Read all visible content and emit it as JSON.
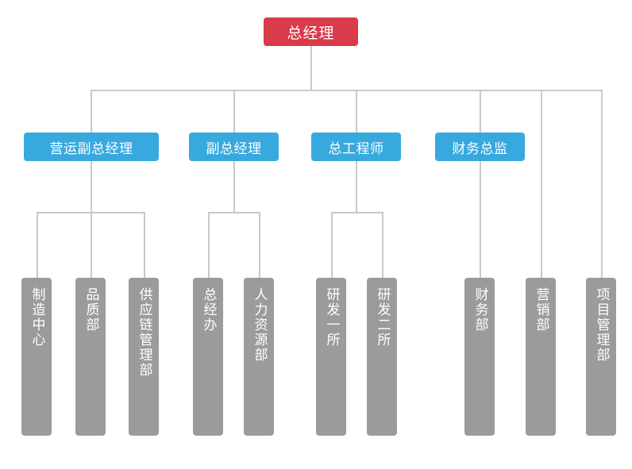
{
  "chart": {
    "type": "org-chart",
    "title": "",
    "colors": {
      "root": "#d93b4b",
      "level2": "#37a9de",
      "leaf": "#9b9b9b",
      "connector": "#c9c9c9",
      "text": "#ffffff",
      "background": "#ffffff"
    },
    "root": {
      "label": "总经理"
    },
    "level2": [
      {
        "label": "营运副总经理"
      },
      {
        "label": "副总经理"
      },
      {
        "label": "总工程师"
      },
      {
        "label": "财务总监"
      }
    ],
    "leaves": [
      {
        "label": "制造中心"
      },
      {
        "label": "品质部"
      },
      {
        "label": "供应链管理部"
      },
      {
        "label": "总经办"
      },
      {
        "label": "人力资源部"
      },
      {
        "label": "研发一所"
      },
      {
        "label": "研发二所"
      },
      {
        "label": "财务部"
      },
      {
        "label": "营销部"
      },
      {
        "label": "项目管理部"
      }
    ]
  }
}
